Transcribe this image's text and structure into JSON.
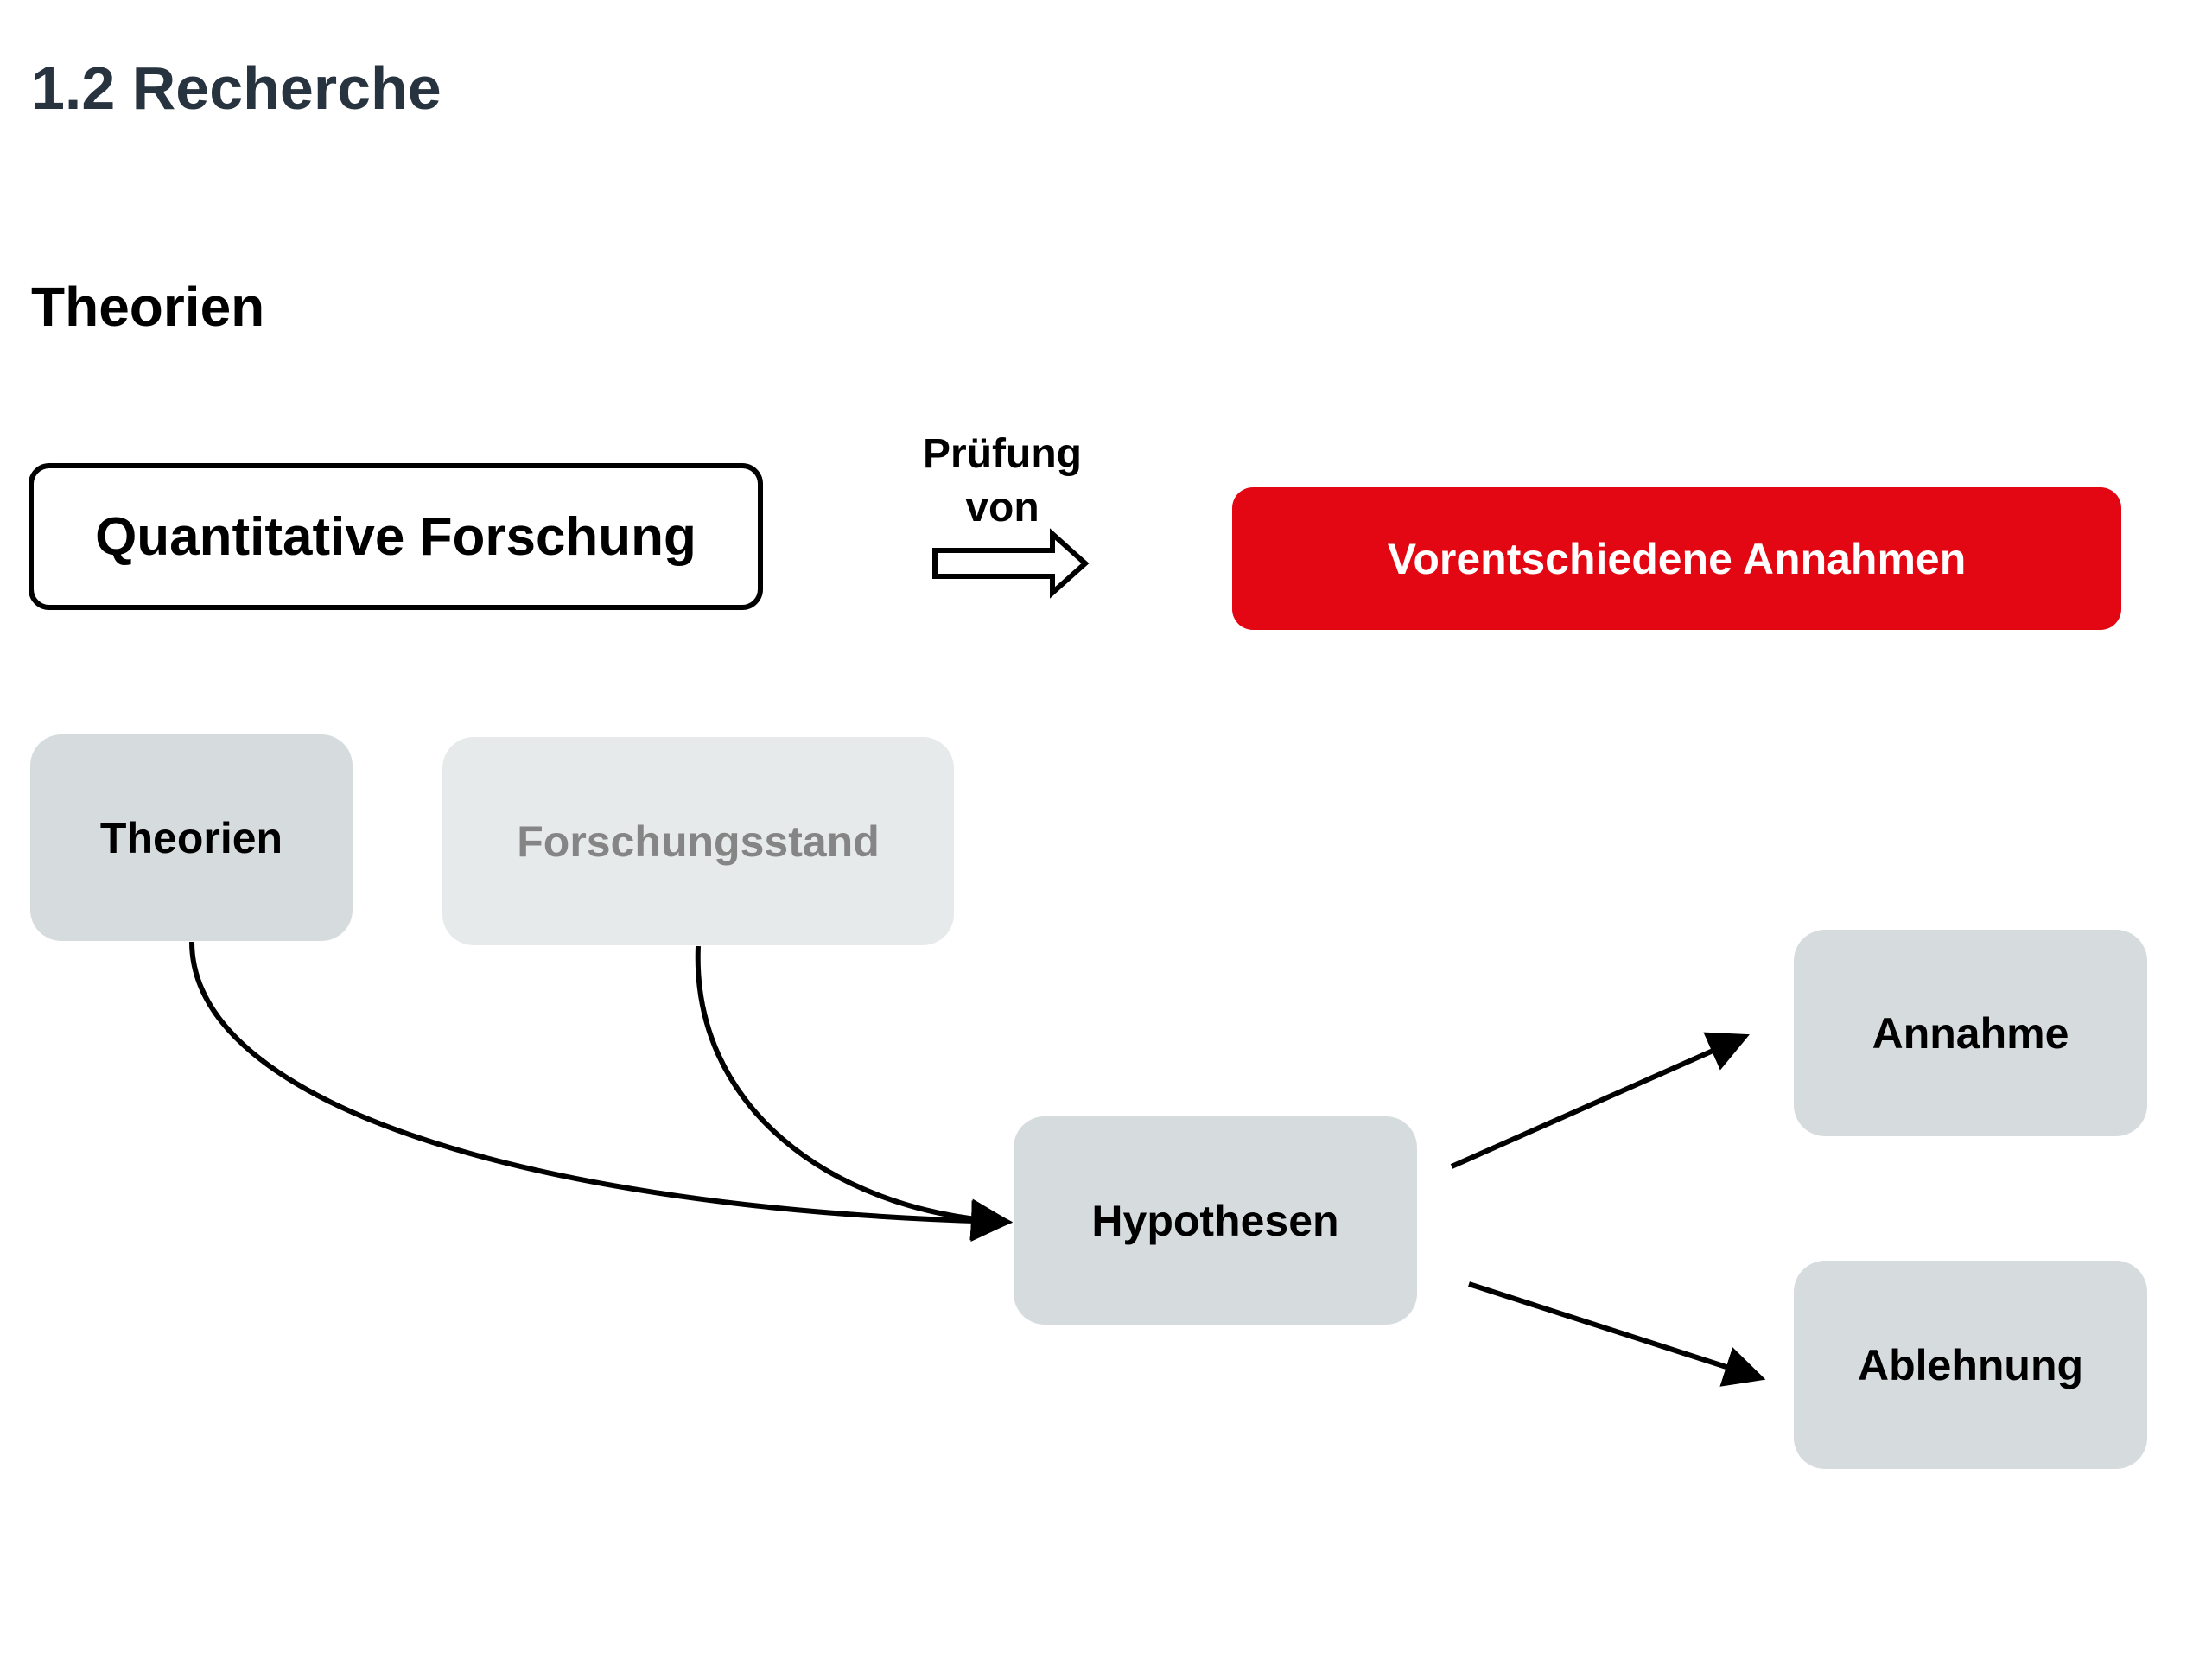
{
  "page": {
    "title": "1.2 Recherche",
    "subtitle": "Theorien"
  },
  "diagram": {
    "source_box": "Quantitative Forschung",
    "relation_label_line1": "Prüfung",
    "relation_label_line2": "von",
    "target_box": "Vorentschiedene Annahmen",
    "nodes": {
      "theorien": "Theorien",
      "forschungsstand": "Forschungsstand",
      "hypothesen": "Hypothesen",
      "annahme": "Annahme",
      "ablehnung": "Ablehnung"
    },
    "edges": [
      {
        "from": "Theorien",
        "to": "Hypothesen"
      },
      {
        "from": "Forschungsstand",
        "to": "Hypothesen"
      },
      {
        "from": "Hypothesen",
        "to": "Annahme"
      },
      {
        "from": "Hypothesen",
        "to": "Ablehnung"
      }
    ]
  },
  "colors": {
    "accent_red": "#e30613",
    "node_grey": "#d6dbde",
    "node_light": "#e7eaeb",
    "title_color": "#27333f"
  }
}
